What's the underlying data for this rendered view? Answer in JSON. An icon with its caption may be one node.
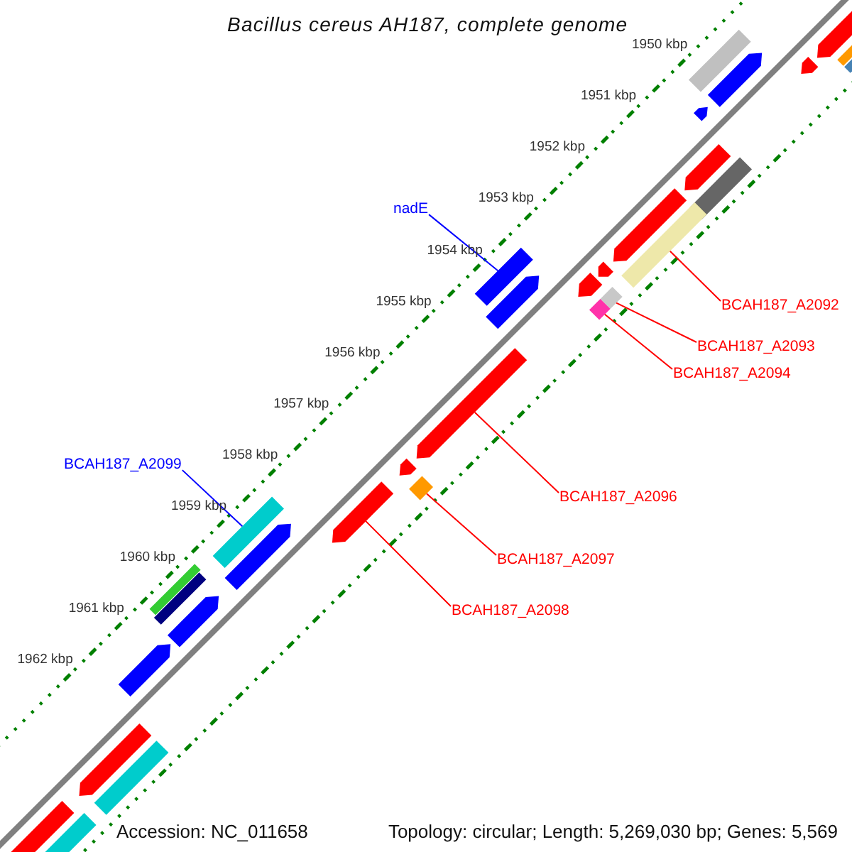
{
  "diagram": {
    "title": "Bacillus cereus AH187, complete genome",
    "nodes": [
      {
        "text": [
          "nadE"
        ]
      },
      {
        "text": [
          "BCAH187_A2092"
        ]
      },
      {
        "text": [
          "BCAH187_A2093"
        ]
      },
      {
        "text": [
          "BCAH187_A2094"
        ]
      },
      {
        "text": [
          "BCAH187_A2099"
        ]
      },
      {
        "text": [
          "BCAH187_A2096"
        ]
      },
      {
        "text": [
          "BCAH187_A2097"
        ]
      },
      {
        "text": [
          "BCAH187_A2098"
        ]
      },
      {
        "text": [],
        "shape": "arrow"
      },
      {
        "text": [],
        "shape": "bar"
      },
      {
        "text": [],
        "shape": "bar"
      },
      {
        "text": [],
        "shape": "bar"
      },
      {
        "text": [],
        "shape": "arrow"
      },
      {
        "text": [],
        "shape": "arrow"
      },
      {
        "text": [],
        "shape": "arrow"
      },
      {
        "text": [],
        "shape": "arrow"
      },
      {
        "text": [],
        "shape": "bar"
      },
      {
        "text": [],
        "shape": "arrow"
      },
      {
        "text": [],
        "shape": "bar"
      },
      {
        "text": [],
        "shape": "arrow"
      },
      {
        "text": [],
        "shape": "bar"
      },
      {
        "text": [],
        "shape": "arrow"
      },
      {
        "text": [],
        "shape": "diamond"
      },
      {
        "text": [],
        "shape": "arrow"
      },
      {
        "text": [],
        "shape": "diamond"
      },
      {
        "text": [],
        "shape": "arrow"
      },
      {
        "text": [],
        "shape": "arrow"
      },
      {
        "text": [],
        "shape": "diamond"
      },
      {
        "text": [],
        "shape": "arrow"
      },
      {
        "text": [],
        "shape": "bar"
      },
      {
        "text": [],
        "shape": "arrow"
      },
      {
        "text": [],
        "shape": "bar"
      },
      {
        "text": [],
        "shape": "bar"
      },
      {
        "text": [],
        "shape": "arrow"
      },
      {
        "text": [],
        "shape": "arrow"
      },
      {
        "text": [],
        "shape": "arrow"
      },
      {
        "text": [],
        "shape": "bar"
      },
      {
        "text": [],
        "shape": "arrow"
      },
      {
        "text": [],
        "shape": "bar"
      }
    ],
    "edges": [
      {
        "from": 0,
        "to": 20,
        "arrow": "none",
        "color": "#0000ff"
      },
      {
        "from": 1,
        "to": 18,
        "arrow": "none"
      },
      {
        "from": 2,
        "to": 22,
        "arrow": "none"
      },
      {
        "from": 3,
        "to": 24,
        "arrow": "none"
      },
      {
        "from": 4,
        "to": 29,
        "arrow": "none",
        "color": "#0000ff"
      },
      {
        "from": 5,
        "to": 25,
        "arrow": "none"
      },
      {
        "from": 6,
        "to": 27,
        "arrow": "none"
      },
      {
        "from": 7,
        "to": 28,
        "arrow": "none"
      }
    ],
    "labels": [
      "1950 kbp",
      "1951 kbp",
      "1952 kbp",
      "1953 kbp",
      "1954 kbp",
      "1955 kbp",
      "1956 kbp",
      "1957 kbp",
      "1958 kbp",
      "1959 kbp",
      "1960 kbp",
      "1961 kbp",
      "1962 kbp",
      "Accession: NC_011658",
      "Topology: circular; Length: 5,269,030 bp; Genes: 5,569"
    ]
  }
}
